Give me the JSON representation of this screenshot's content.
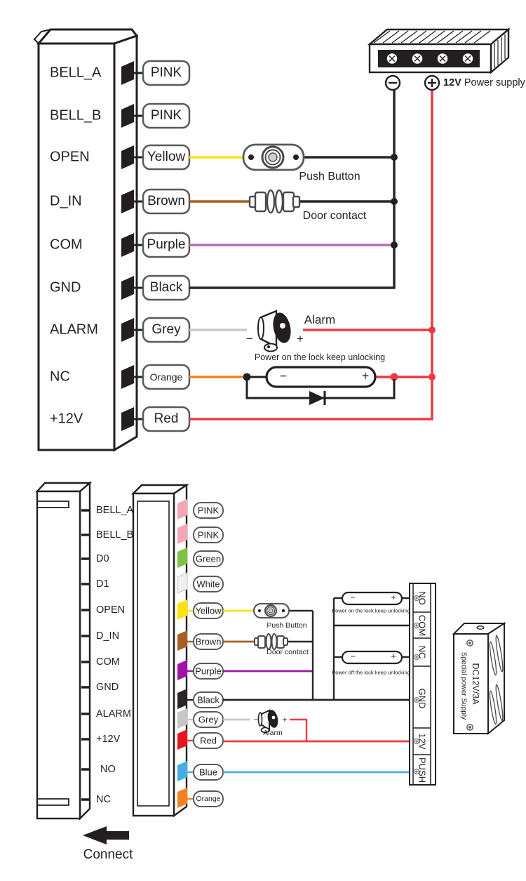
{
  "palette": {
    "ink": "#231f20",
    "label_border": "#58595b",
    "pink": "#f4a6b7",
    "green": "#7dc242",
    "white": "#f0efed",
    "yellow": "#ffe10a",
    "brown": "#a55f24",
    "purple_top": "#b76bb8",
    "purple": "#a013a8",
    "black": "#2a2627",
    "grey": "#c7c7c7",
    "orange": "#f58220",
    "red": "#ee3a40",
    "red_chip": "#e8151d",
    "blue": "#45ade4"
  },
  "signs": {
    "minus": "−",
    "plus": "+"
  },
  "top": {
    "rows": [
      {
        "terminal": "BELL_A",
        "wire": "PINK"
      },
      {
        "terminal": "BELL_B",
        "wire": "PINK"
      },
      {
        "terminal": "OPEN",
        "wire": "Yellow"
      },
      {
        "terminal": "D_IN",
        "wire": "Brown"
      },
      {
        "terminal": "COM",
        "wire": "Purple"
      },
      {
        "terminal": "GND",
        "wire": "Black"
      },
      {
        "terminal": "ALARM",
        "wire": "Grey"
      },
      {
        "terminal": "NC",
        "wire": "Orange"
      },
      {
        "terminal": "+12V",
        "wire": "Red"
      }
    ],
    "push_button_label": "Push Button",
    "door_contact_label": "Door contact",
    "alarm_label": "Alarm",
    "lock_caption": "Power on the lock keep unlocking",
    "psu_volt": "12V",
    "psu_label": "Power supply"
  },
  "bottom": {
    "rows": [
      {
        "terminal": "BELL_A",
        "wire": "PINK"
      },
      {
        "terminal": "BELL_B",
        "wire": "PINK"
      },
      {
        "terminal": "D0",
        "wire": "Green"
      },
      {
        "terminal": "D1",
        "wire": "White"
      },
      {
        "terminal": "OPEN",
        "wire": "Yellow"
      },
      {
        "terminal": "D_IN",
        "wire": "Brown"
      },
      {
        "terminal": "COM",
        "wire": "Purple"
      },
      {
        "terminal": "GND",
        "wire": "Black"
      },
      {
        "terminal": "ALARM",
        "wire": "Grey"
      },
      {
        "terminal": "+12V",
        "wire": "Red"
      },
      {
        "terminal": "NO",
        "wire": "Blue"
      },
      {
        "terminal": "NC",
        "wire": "Orange"
      }
    ],
    "push_button_label": "Push Button",
    "door_contact_label": "Door contact",
    "alarm_label": "Alarm",
    "lock_on_caption": "Power on the lock keep unlocking",
    "lock_off_caption": "Power off the lock keep unlocking",
    "strip": [
      "NO",
      "COM",
      "NC",
      "GND",
      "12V",
      "PUSH"
    ],
    "psu_model": "DC12V/3A",
    "psu_desc": "Special power Supply",
    "connect_label": "Connect"
  }
}
